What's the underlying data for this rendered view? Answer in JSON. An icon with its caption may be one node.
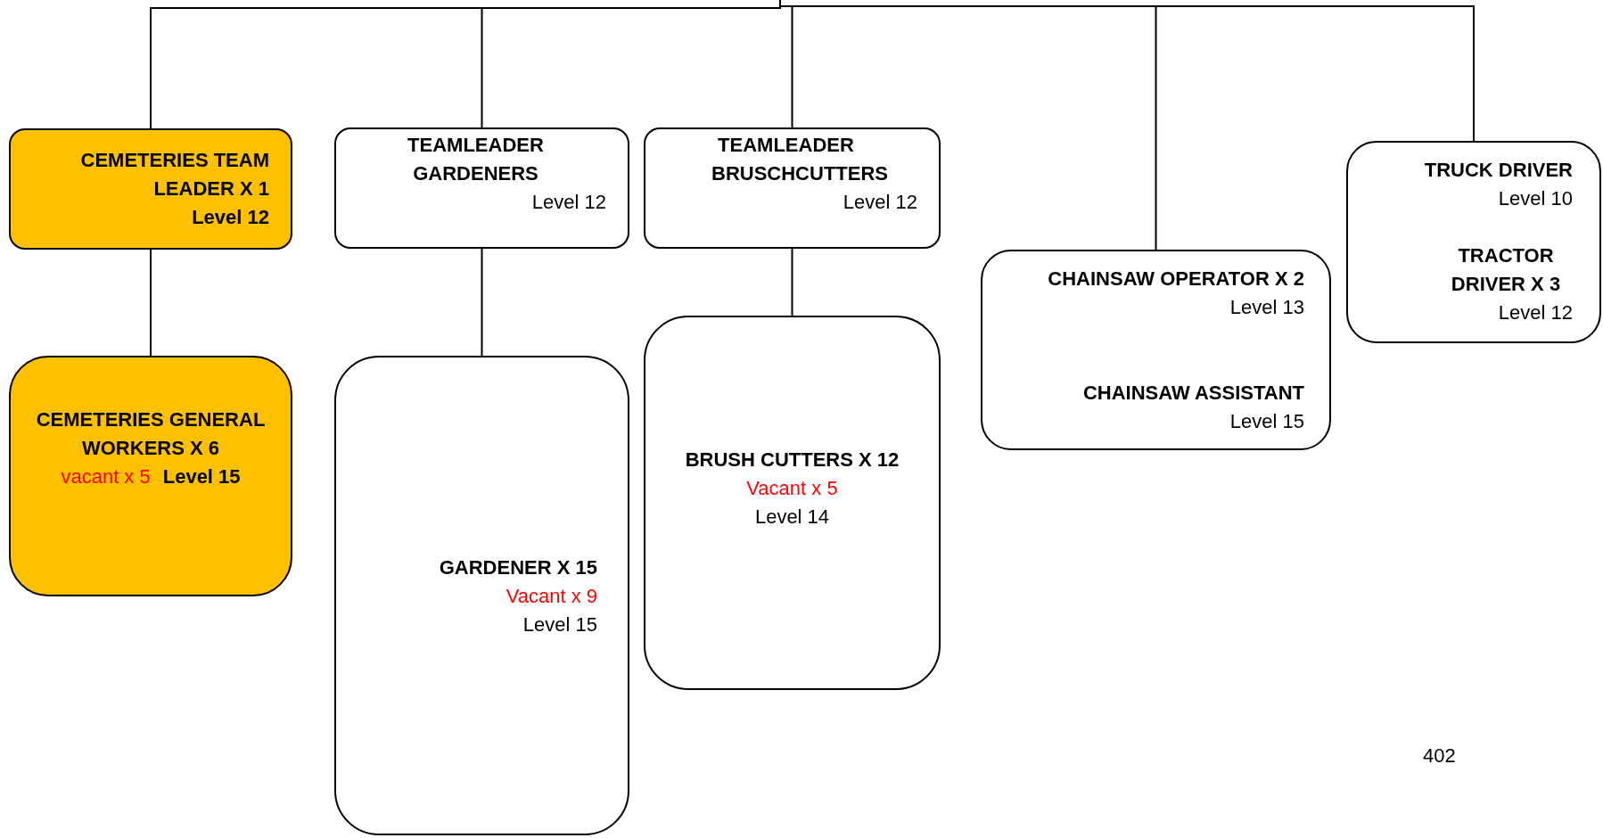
{
  "diagram": {
    "nodes": [
      {
        "text": [
          "CEMETERIES TEAM LEADER X 1",
          "Level 12"
        ]
      },
      {
        "text": [
          "TEAMLEADER GARDENERS",
          "Level 12"
        ]
      },
      {
        "text": [
          "TEAMLEADER BRUSCHCUTTERS",
          "Level 12"
        ]
      },
      {
        "text": [
          "CHAINSAW OPERATOR X 2",
          "Level  13",
          "CHAINSAW ASSISTANT",
          "Level 15"
        ]
      },
      {
        "text": [
          "TRUCK DRIVER",
          "Level 10",
          "TRACTOR DRIVER X 3",
          "Level 12"
        ]
      },
      {
        "text": [
          "CEMETERIES GENERAL WORKERS X 6",
          "vacant x 5",
          "Level 15"
        ]
      },
      {
        "text": [
          "GARDENER X 15",
          "Vacant x 9",
          "Level 15"
        ]
      },
      {
        "text": [
          "BRUSH CUTTERS X 12",
          "Vacant x 5",
          "Level 14"
        ]
      }
    ],
    "edges": [
      {
        "from": null,
        "to": 0,
        "arrow": "none"
      },
      {
        "from": null,
        "to": 1,
        "arrow": "none"
      },
      {
        "from": null,
        "to": 2,
        "arrow": "none"
      },
      {
        "from": null,
        "to": 3,
        "arrow": "none"
      },
      {
        "from": null,
        "to": 4,
        "arrow": "none"
      },
      {
        "from": 0,
        "to": 5,
        "arrow": "none"
      },
      {
        "from": 1,
        "to": 6,
        "arrow": "none"
      },
      {
        "from": 2,
        "to": 7,
        "arrow": "none"
      }
    ],
    "labels": [
      "402"
    ]
  }
}
